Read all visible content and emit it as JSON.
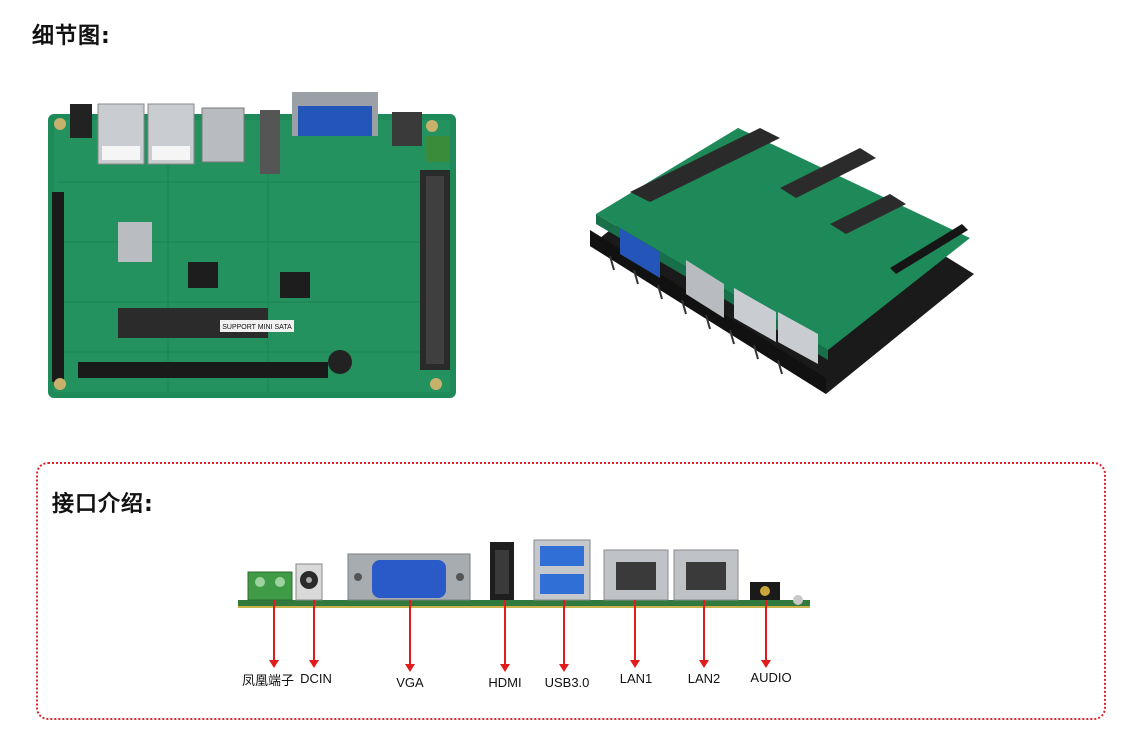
{
  "sections": {
    "detail_title": "细节图:",
    "interface_title": "接口介绍:"
  },
  "ports": [
    {
      "label": "凤凰端子"
    },
    {
      "label": "DCIN"
    },
    {
      "label": "VGA"
    },
    {
      "label": "HDMI"
    },
    {
      "label": "USB3.0"
    },
    {
      "label": "LAN1"
    },
    {
      "label": "LAN2"
    },
    {
      "label": "AUDIO"
    }
  ],
  "board_silkscreen": {
    "mini_sata": "SUPPORT MINI SATA"
  },
  "colors": {
    "frame_border": "#e0202a",
    "callout": "#e21c1c",
    "pcb_green": "#1e8a5a"
  }
}
